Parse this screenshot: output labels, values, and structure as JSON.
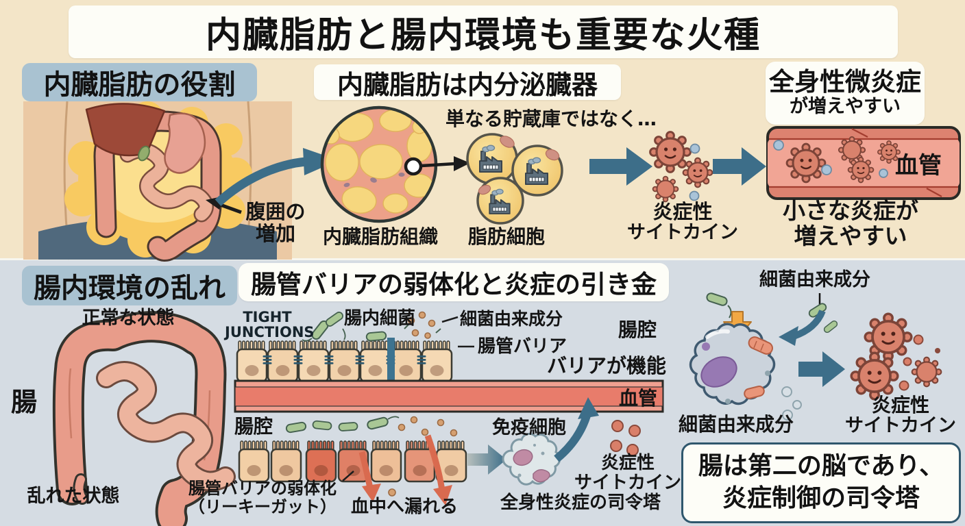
{
  "title": "内臓脂肪と腸内環境も重要な火種",
  "colors": {
    "top_bg": "#f3e5c8",
    "bottom_bg": "#d5dce3",
    "label_box_bg": "#a9c2d1",
    "white_box_bg": "#fdfdf7",
    "arrow_teal": "#3d6e89",
    "vessel_red": "#e87c6b",
    "fat_yellow": "#f6d77e",
    "intestine_salmon": "#e89c8a",
    "bacteria_green": "#a9c795",
    "cytokine_red": "#d9826c"
  },
  "top": {
    "section_label": "内臓脂肪の役割",
    "waist_line1": "腹囲の",
    "waist_line2": "増加",
    "header": "内臓脂肪は内分泌臓器",
    "storage_note": "単なる貯蔵庫ではなく…",
    "tissue_label": "内臓脂肪組織",
    "fat_cell_label": "脂肪細胞",
    "cytokine_line1": "炎症性",
    "cytokine_line2": "サイトカイン",
    "systemic_line1": "全身性微炎症",
    "systemic_line2": "が増えやすい",
    "vessel_label": "血管",
    "small_inflammation_line1": "小さな炎症が",
    "small_inflammation_line2": "増えやすい"
  },
  "bottom": {
    "section_label": "腸内環境の乱れ",
    "normal_state": "正常な状態",
    "gut": "腸",
    "disturbed_state": "乱れた状態",
    "header": "腸管バリアの弱体化と炎症の引き金",
    "tight_junctions_line1": "TIGHT",
    "tight_junctions_line2": "JUNCTIONS",
    "gut_bacteria": "腸内細菌",
    "bacterial_components": "細菌由来成分",
    "gut_barrier": "腸管バリア",
    "lumen_top": "腸腔",
    "barrier_working": "バリアが機能",
    "vessel_label": "血管",
    "lumen_bottom": "腸腔",
    "weakening_line1": "腸管バリアの弱体化",
    "weakening_line2": "（リーキーガット）",
    "leak_to_blood": "血中へ漏れる",
    "immune_cell": "免疫細胞",
    "cytokine_line1": "炎症性",
    "cytokine_line2": "サイトカイン",
    "systemic_hq": "全身性炎症の司令塔",
    "components_top": "細菌由来成分",
    "components_bottom": "細菌由来成分",
    "right_cytokine_line1": "炎症性",
    "right_cytokine_line2": "サイトカイン",
    "conclusion_line1": "腸は第二の脳であり、",
    "conclusion_line2": "炎症制御の司令塔"
  }
}
